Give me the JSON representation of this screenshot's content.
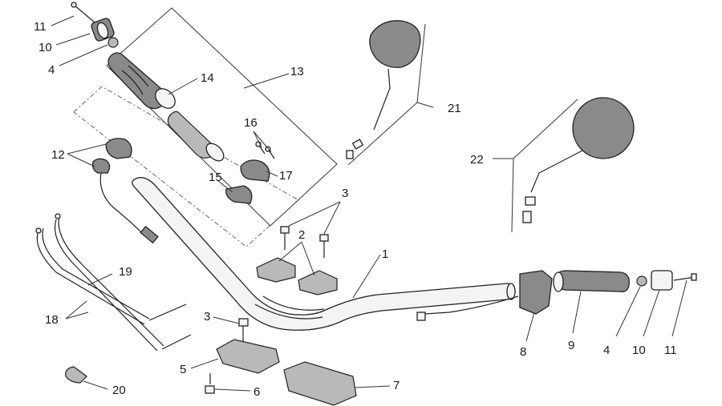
{
  "callouts": {
    "c1": "1",
    "c2": "2",
    "c3a": "3",
    "c3b": "3",
    "c4a": "4",
    "c4b": "4",
    "c5": "5",
    "c6": "6",
    "c7": "7",
    "c8": "8",
    "c9": "9",
    "c10a": "10",
    "c10b": "10",
    "c11a": "11",
    "c11b": "11",
    "c12": "12",
    "c13": "13",
    "c14": "14",
    "c15": "15",
    "c16": "16",
    "c17": "17",
    "c18": "18",
    "c19": "19",
    "c20": "20",
    "c21": "21",
    "c22": "22"
  }
}
